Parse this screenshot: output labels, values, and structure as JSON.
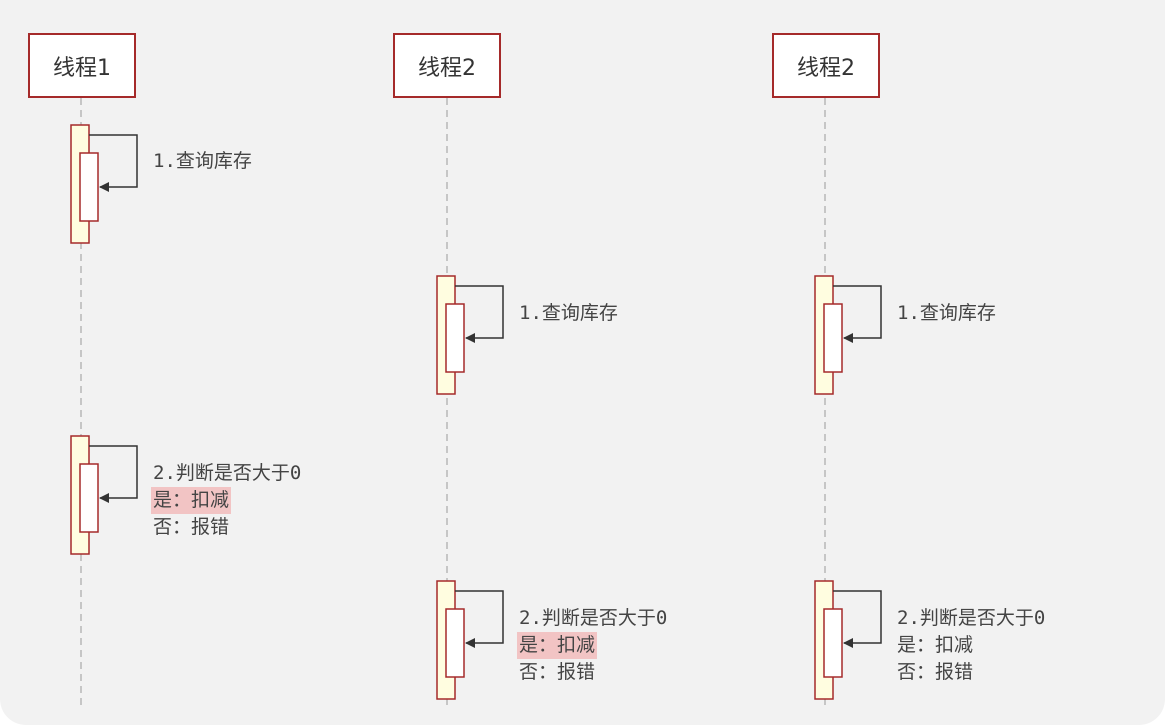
{
  "colors": {
    "background": "#f2f2f2",
    "border": "#a52a2a",
    "activation_fill": "#fffde0",
    "lifeline": "#b8b8b8",
    "arrow": "#333333",
    "highlight": "#f2c4c4"
  },
  "lanes": [
    {
      "title": "线程1",
      "steps": [
        {
          "lines": [
            {
              "text": "1.查询库存",
              "highlight": false
            }
          ]
        },
        {
          "lines": [
            {
              "text": "2.判断是否大于0",
              "highlight": false
            },
            {
              "text": "是：扣减",
              "highlight": true
            },
            {
              "text": "否：报错",
              "highlight": false
            }
          ]
        }
      ]
    },
    {
      "title": "线程2",
      "steps": [
        {
          "lines": [
            {
              "text": "1.查询库存",
              "highlight": false
            }
          ]
        },
        {
          "lines": [
            {
              "text": "2.判断是否大于0",
              "highlight": false
            },
            {
              "text": "是：扣减",
              "highlight": true
            },
            {
              "text": "否：报错",
              "highlight": false
            }
          ]
        }
      ]
    },
    {
      "title": "线程2",
      "steps": [
        {
          "lines": [
            {
              "text": "1.查询库存",
              "highlight": false
            }
          ]
        },
        {
          "lines": [
            {
              "text": "2.判断是否大于0",
              "highlight": false
            },
            {
              "text": "是：扣减",
              "highlight": false
            },
            {
              "text": "否：报错",
              "highlight": false
            }
          ]
        }
      ]
    }
  ]
}
